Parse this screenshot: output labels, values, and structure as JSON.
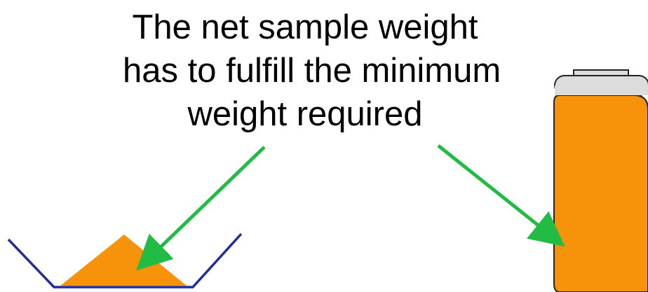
{
  "caption": {
    "line1": "The net sample weight",
    "line2": "has to fulfill the minimum",
    "line3": "weight required"
  },
  "colors": {
    "sample_orange": "#f7930a",
    "dish_outline": "#1f2f96",
    "arrow_green": "#22bb44",
    "cap_gray": "#dcdcdc",
    "outline_dark": "#222222"
  },
  "icons": {
    "dish": "weighing-dish-icon",
    "powder": "powder-pile-icon",
    "bottle": "sample-bottle-icon",
    "cap": "bottle-cap-icon",
    "arrow": "arrow-icon"
  }
}
